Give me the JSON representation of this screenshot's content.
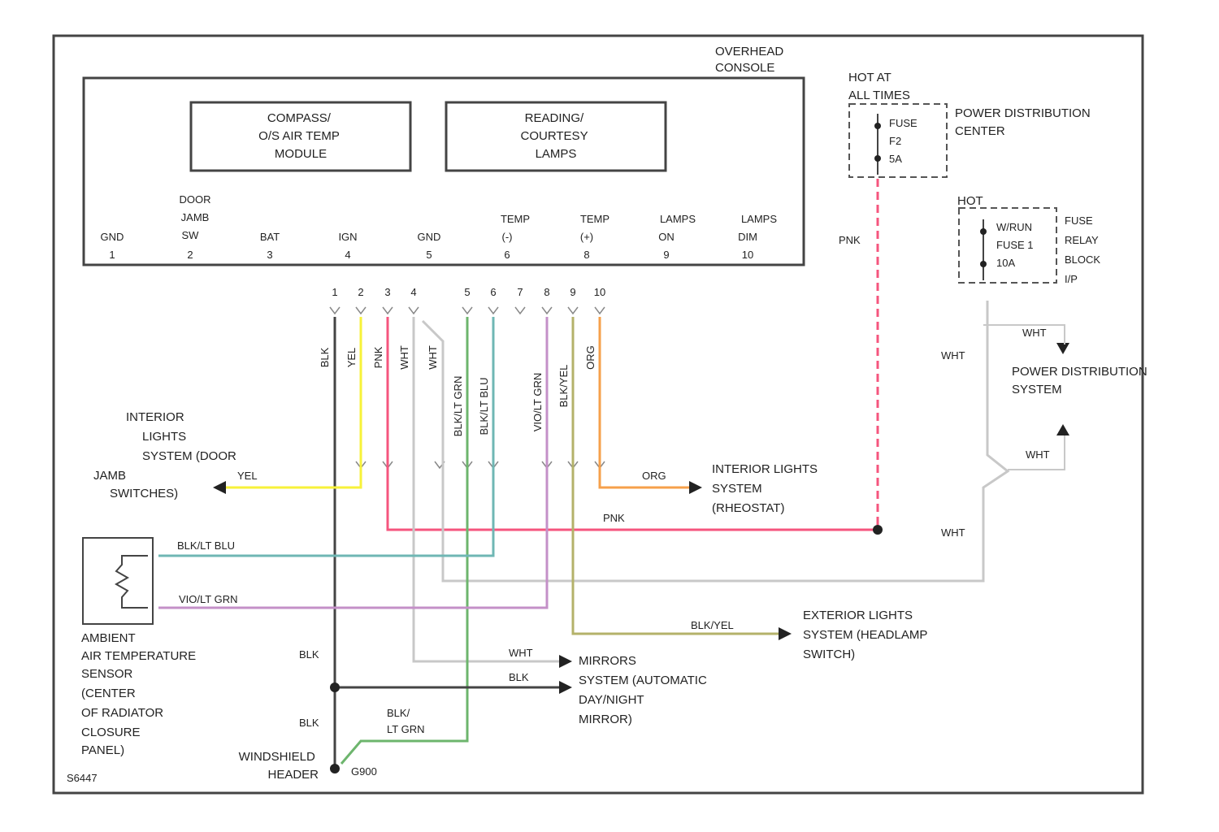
{
  "colors": {
    "yel": "#f7f23a",
    "pnk": "#f5557e",
    "wht": "#c8c8c8",
    "blk": "#444444",
    "grn": "#6db56d",
    "tea": "#6fb7b4",
    "vio": "#c490c8",
    "olv": "#b4b26a",
    "org": "#f6a04b"
  },
  "overhead_console": {
    "title": [
      "OVERHEAD",
      "CONSOLE"
    ]
  },
  "compass_module": {
    "lines": [
      "COMPASS/",
      "O/S AIR TEMP",
      "MODULE"
    ]
  },
  "reading_lamps": {
    "lines": [
      "READING/",
      "COURTESY",
      "LAMPS"
    ]
  },
  "pins": [
    {
      "lines": [
        "GND"
      ],
      "num": "1"
    },
    {
      "lines": [
        "DOOR",
        "JAMB",
        "SW"
      ],
      "num": "2"
    },
    {
      "lines": [
        "BAT"
      ],
      "num": "3"
    },
    {
      "lines": [
        "IGN"
      ],
      "num": "4"
    },
    {
      "lines": [
        "GND"
      ],
      "num": "5"
    },
    {
      "lines": [
        "TEMP",
        "(-)"
      ],
      "num": "6"
    },
    {
      "lines": [
        "TEMP",
        "(+)"
      ],
      "num": "8"
    },
    {
      "lines": [
        "LAMPS",
        "ON"
      ],
      "num": "9"
    },
    {
      "lines": [
        "LAMPS",
        "DIM"
      ],
      "num": "10"
    }
  ],
  "connector_numbers": [
    "1",
    "2",
    "3",
    "4",
    "5",
    "6",
    "7",
    "8",
    "9",
    "10"
  ],
  "wire_labels": {
    "v1": "BLK",
    "v2": "YEL",
    "v3": "PNK",
    "v4": "WHT",
    "v4b": "WHT",
    "v5": "BLK/LT GRN",
    "v6": "BLK/LT BLU",
    "v8": "VIO/LT GRN",
    "v9": "BLK/YEL",
    "v10": "ORG"
  },
  "fuse_top": {
    "hot": [
      "HOT AT",
      "ALL TIMES"
    ],
    "fuse": [
      "FUSE",
      "F2",
      "5A"
    ],
    "center": [
      "POWER DISTRIBUTION",
      "CENTER"
    ],
    "wire": "PNK"
  },
  "fuse_right": {
    "hot": "HOT",
    "fuse": [
      "W/RUN",
      "FUSE 1",
      "10A"
    ],
    "block": [
      "FUSE",
      "RELAY",
      "BLOCK",
      "I/P"
    ]
  },
  "power_dist_system": {
    "lines": [
      "POWER DISTRIBUTION",
      "SYSTEM"
    ]
  },
  "right_wire_labels": {
    "wht1": "WHT",
    "wht2": "WHT",
    "wht3": "WHT",
    "wht4": "WHT"
  },
  "interior_door": {
    "lines": [
      "INTERIOR",
      "LIGHTS",
      "SYSTEM (DOOR",
      "JAMB",
      "SWITCHES)"
    ],
    "wire": "YEL"
  },
  "interior_rheo": {
    "lines": [
      "INTERIOR LIGHTS",
      "SYSTEM",
      "(RHEOSTAT)"
    ],
    "wire": "ORG"
  },
  "pnk_label": "PNK",
  "blk_lt_blu": "BLK/LT BLU",
  "vio_lt_grn": "VIO/LT GRN",
  "ambient_sensor": {
    "lines": [
      "AMBIENT",
      "AIR TEMPERATURE",
      "SENSOR",
      "(CENTER",
      "OF RADIATOR",
      "CLOSURE",
      "PANEL)"
    ]
  },
  "exterior": {
    "lines": [
      "EXTERIOR LIGHTS",
      "SYSTEM (HEADLAMP",
      "SWITCH)"
    ],
    "wire": "BLK/YEL"
  },
  "mirrors": {
    "lines": [
      "MIRRORS",
      "SYSTEM (AUTOMATIC",
      "DAY/NIGHT",
      "MIRROR)"
    ],
    "wire_wht": "WHT",
    "wire_blk": "BLK"
  },
  "blk_a": "BLK",
  "blk_b": "BLK",
  "blk_lt_grn": [
    "BLK/",
    "LT GRN"
  ],
  "ground": {
    "lines": [
      "WINDSHIELD",
      "HEADER"
    ],
    "id": "G900"
  },
  "footer": "S6447"
}
